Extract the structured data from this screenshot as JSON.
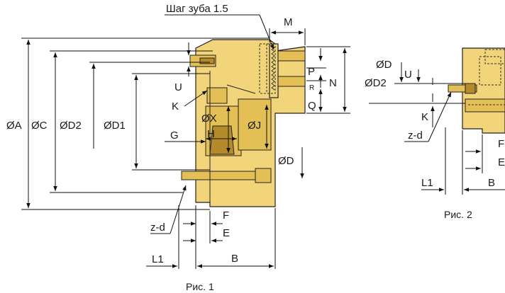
{
  "figure1": {
    "caption": "Рис. 1",
    "labels": {
      "tooth_pitch": "Шаг зуба 1.5",
      "A": "ØA",
      "C": "ØC",
      "D2": "ØD2",
      "D1": "ØD1",
      "X": "ØX",
      "J": "ØJ",
      "D": "ØD",
      "U": "U",
      "K": "K",
      "G": "G",
      "H": "H",
      "M": "M",
      "P": "P",
      "R": "R",
      "Q": "Q",
      "N": "N",
      "F": "F",
      "E": "E",
      "z_d": "z-d",
      "L1": "L1",
      "B": "B"
    }
  },
  "figure2": {
    "caption": "Рис. 2",
    "labels": {
      "D": "ØD",
      "D2": "ØD2",
      "U": "U",
      "K": "K",
      "z_d": "z-d",
      "F": "F",
      "E": "E",
      "L1": "L1",
      "B": "B"
    }
  },
  "colors": {
    "body": "#f2d57a",
    "shade": "#e4bf55",
    "line": "#111111",
    "background": "#ffffff"
  }
}
